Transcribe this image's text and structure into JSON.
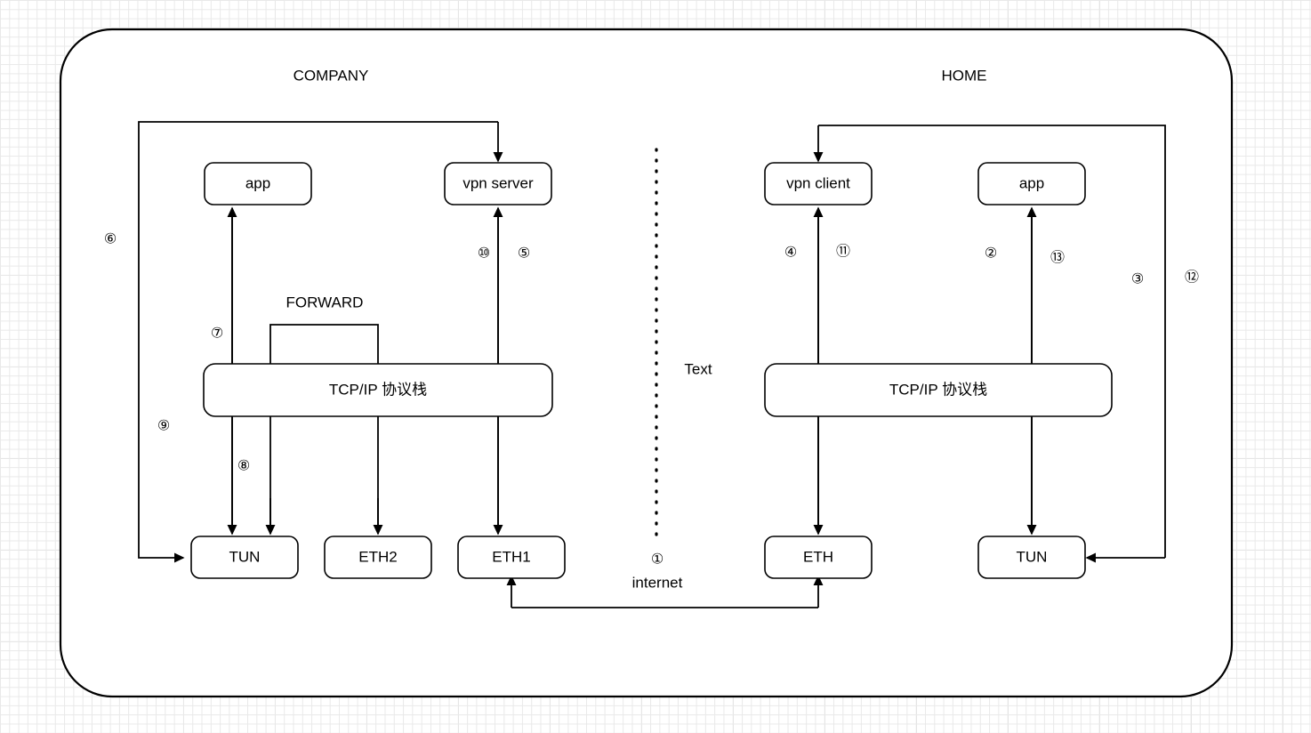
{
  "diagram": {
    "title_left": "COMPANY",
    "title_right": "HOME",
    "center_divider_label": "Text",
    "internet_label": "internet",
    "forward_label": "FORWARD",
    "stack_label_left": "TCP/IP 协议栈",
    "stack_label_right": "TCP/IP 协议栈",
    "colors": {
      "line": "#000000",
      "box_fill": "#ffffff",
      "grid_minor": "#e9e9e9",
      "grid_major": "#dcdcdc"
    },
    "nodes": {
      "company_app": "app",
      "company_vpn_server": "vpn server",
      "company_tun": "TUN",
      "company_eth2": "ETH2",
      "company_eth1": "ETH1",
      "home_vpn_client": "vpn client",
      "home_app": "app",
      "home_eth": "ETH",
      "home_tun": "TUN"
    },
    "steps": {
      "s1": "①",
      "s2": "②",
      "s3": "③",
      "s4": "④",
      "s5": "⑤",
      "s6": "⑥",
      "s7": "⑦",
      "s8": "⑧",
      "s9": "⑨",
      "s10": "⑩",
      "s11": "⑪",
      "s12": "⑫",
      "s13": "⑬"
    }
  }
}
